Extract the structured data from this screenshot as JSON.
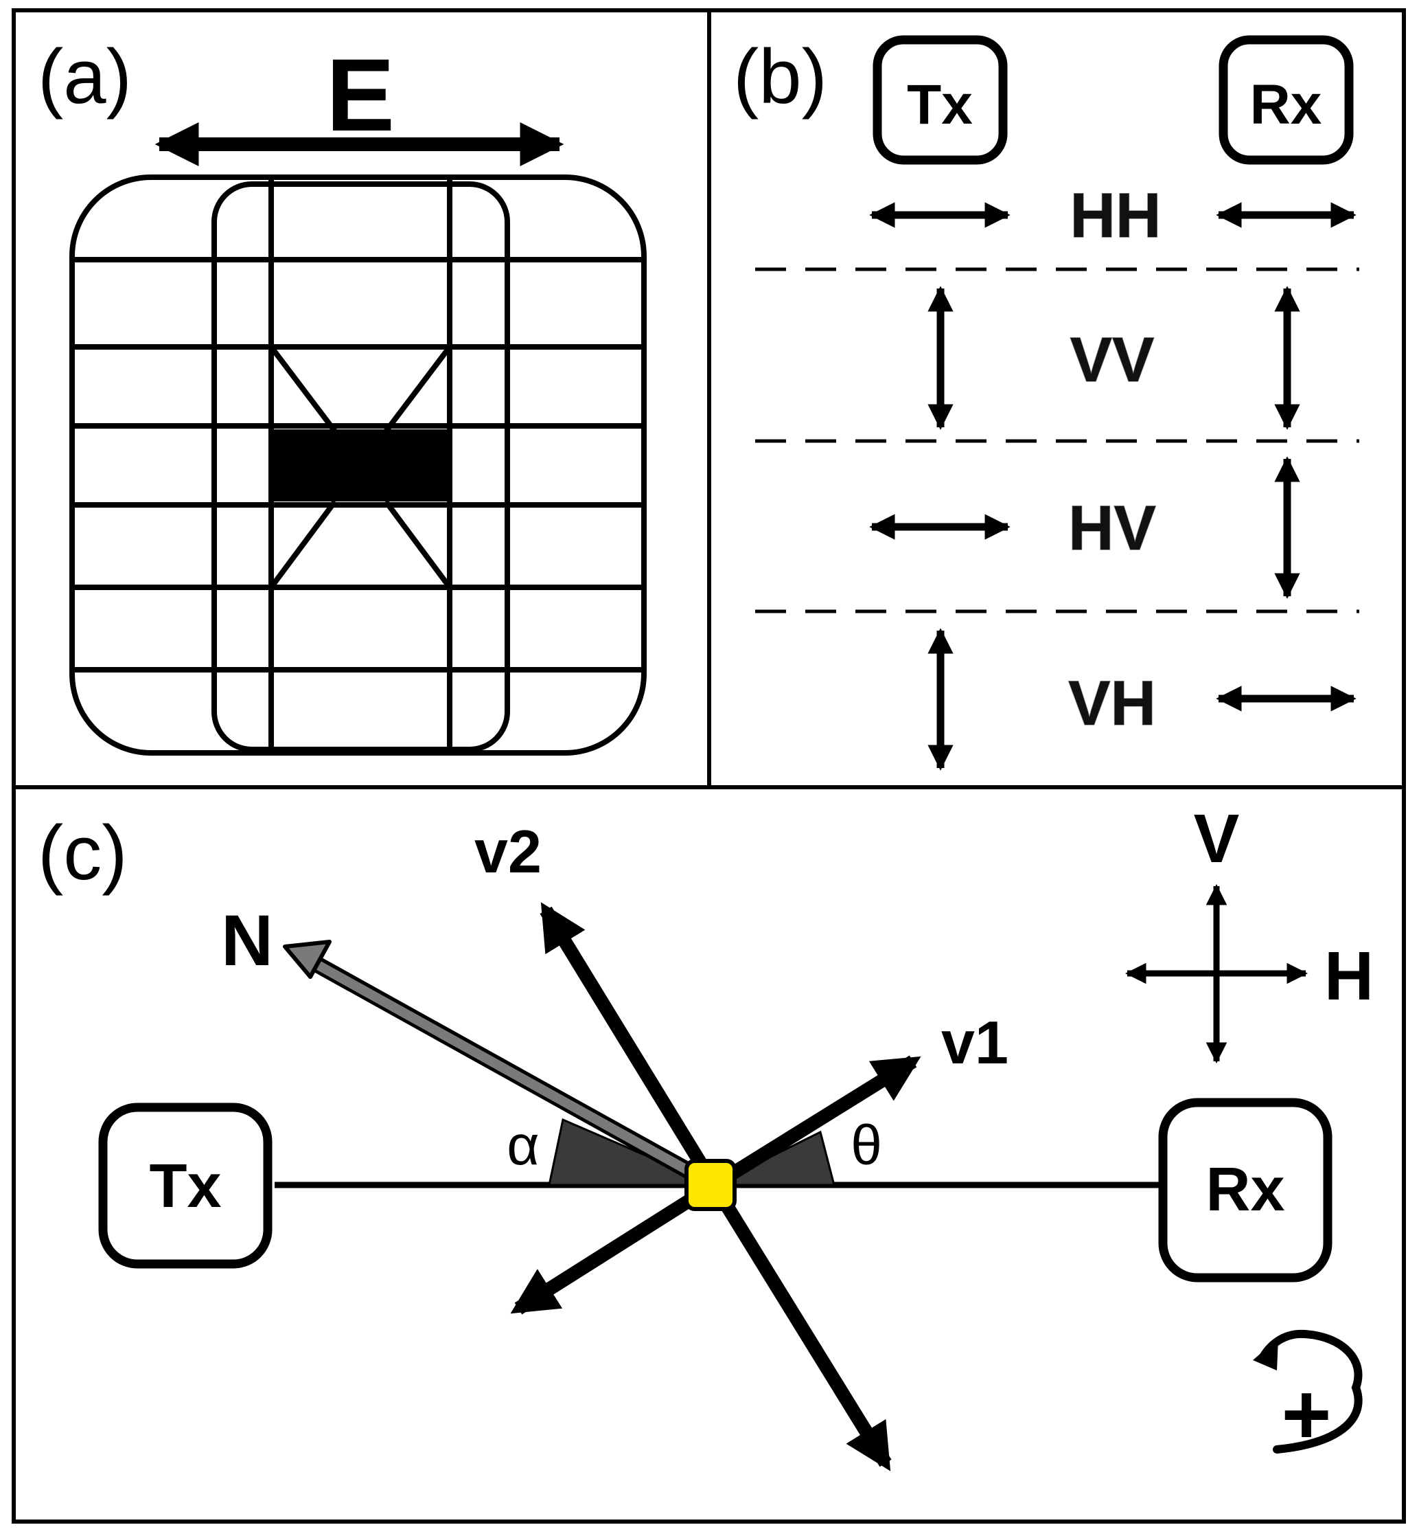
{
  "panel_a": {
    "label": "(a)",
    "field_label": "E"
  },
  "panel_b": {
    "label": "(b)",
    "tx": "Tx",
    "rx": "Rx",
    "rows": [
      {
        "name": "HH",
        "tx_orientation": "horizontal",
        "rx_orientation": "horizontal"
      },
      {
        "name": "VV",
        "tx_orientation": "vertical",
        "rx_orientation": "vertical"
      },
      {
        "name": "HV",
        "tx_orientation": "horizontal",
        "rx_orientation": "vertical"
      },
      {
        "name": "VH",
        "tx_orientation": "vertical",
        "rx_orientation": "horizontal"
      }
    ]
  },
  "panel_c": {
    "label": "(c)",
    "tx": "Tx",
    "rx": "Rx",
    "v1": "v1",
    "v2": "v2",
    "n": "N",
    "alpha": "α",
    "theta": "θ",
    "v_axis": "V",
    "h_axis": "H",
    "rotation_sign": "+",
    "colors": {
      "scatterer": "#ffe600",
      "normal_arrow": "#7a7a7a",
      "angle_wedge": "#3a3a3a"
    }
  }
}
